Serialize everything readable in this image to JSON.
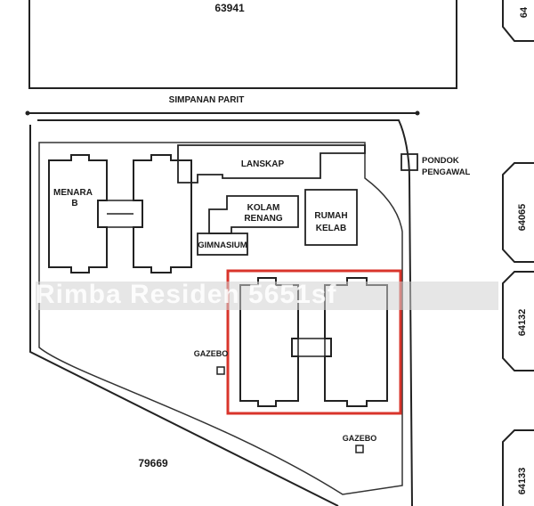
{
  "lots": {
    "top": "63941",
    "bottom_left": "79669",
    "right_1": "64065",
    "right_2": "64132",
    "right_3": "64133",
    "top_right_partial": "64"
  },
  "road": {
    "label": "SIMPANAN PARIT"
  },
  "facilities": {
    "pondok_line1": "PONDOK",
    "pondok_line2": "PENGAWAL",
    "lanskap": "LANSKAP",
    "kolam_line1": "KOLAM",
    "kolam_line2": "RENANG",
    "rumah_line1": "RUMAH",
    "rumah_line2": "KELAB",
    "gimnasium": "GIMNASIUM",
    "menara_line1": "MENARA",
    "menara_line2": "B",
    "gazebo_1": "GAZEBO",
    "gazebo_2": "GAZEBO"
  },
  "highlight": {
    "color": "#d9342b"
  },
  "watermark": {
    "text": "Rimba Residen 5651sf"
  }
}
